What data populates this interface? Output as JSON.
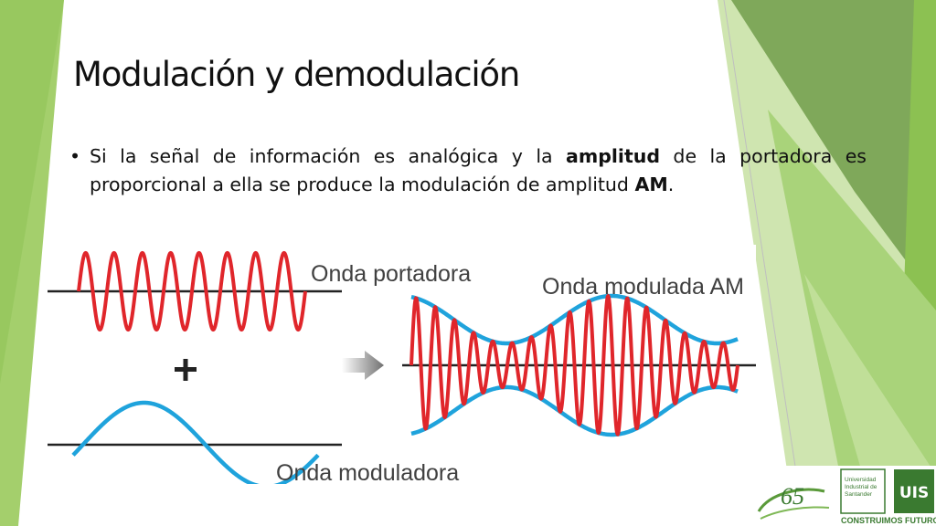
{
  "slide": {
    "title": "Modulación y demodulación",
    "bullet": {
      "marker": "•",
      "part1": "Si la señal de información es analógica y la ",
      "bold1": "amplitud",
      "part2": " de la portadora es proporcional a ella se produce la modulación de amplitud ",
      "bold2": "AM",
      "part3": "."
    }
  },
  "diagram": {
    "carrier_label": "Onda portadora",
    "modulated_label": "Onda modulada AM",
    "modulating_label": "Onda moduladora",
    "plus_symbol": "+",
    "colors": {
      "carrier": "#e0262b",
      "modulating": "#1fa3dc",
      "axis": "#222222",
      "arrow": "#8a8a8a"
    }
  },
  "logo": {
    "anniversary": "65",
    "university_lines": [
      "Universidad",
      "Industrial de",
      "Santander"
    ],
    "monogram": "UIS",
    "slogan": "CONSTRUIMOS FUTURO"
  },
  "theme": {
    "green_light": "#b8dc8a",
    "green_mid": "#8dc04f",
    "green_dark": "#6a9e3a"
  }
}
